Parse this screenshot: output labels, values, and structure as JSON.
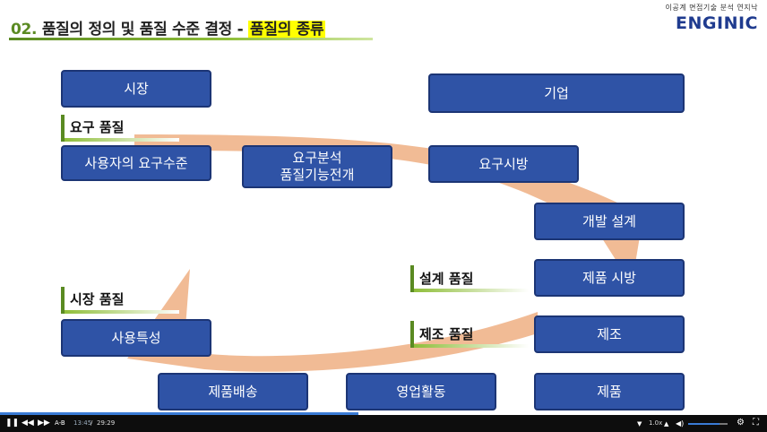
{
  "slide": {
    "title_num": "02.",
    "title_main": " 품질의 정의 및 품질 수준 결정 - ",
    "title_highlight": "품질의 종류"
  },
  "logo": {
    "tagline": "이공계 면접기술 분석 연지낙",
    "brand": "ENGINIC"
  },
  "boxes": {
    "market": "시장",
    "company": "기업",
    "user_req": "사용자의 요구수준",
    "req_analysis_1": "요구분석",
    "req_analysis_2": "품질기능전개",
    "req_spec": "요구시방",
    "dev_design": "개발 설계",
    "product_spec": "제품 시방",
    "manufacture": "제조",
    "product": "제품",
    "sales": "영업활동",
    "delivery": "제품배송",
    "usage": "사용특성"
  },
  "labels": {
    "required_quality": "요구 품질",
    "design_quality": "설계 품질",
    "manufacturing_quality": "제조 품질",
    "market_quality": "시장 품질"
  },
  "player": {
    "chapter": "A-B",
    "time_current": "13:45",
    "time_sep": "/",
    "time_total": "29:29",
    "speed": "1.0x"
  },
  "colors": {
    "box": "#2f53a6",
    "arrow": "#f0b48a",
    "accent": "#5a8a22",
    "highlight": "#ffff00"
  }
}
